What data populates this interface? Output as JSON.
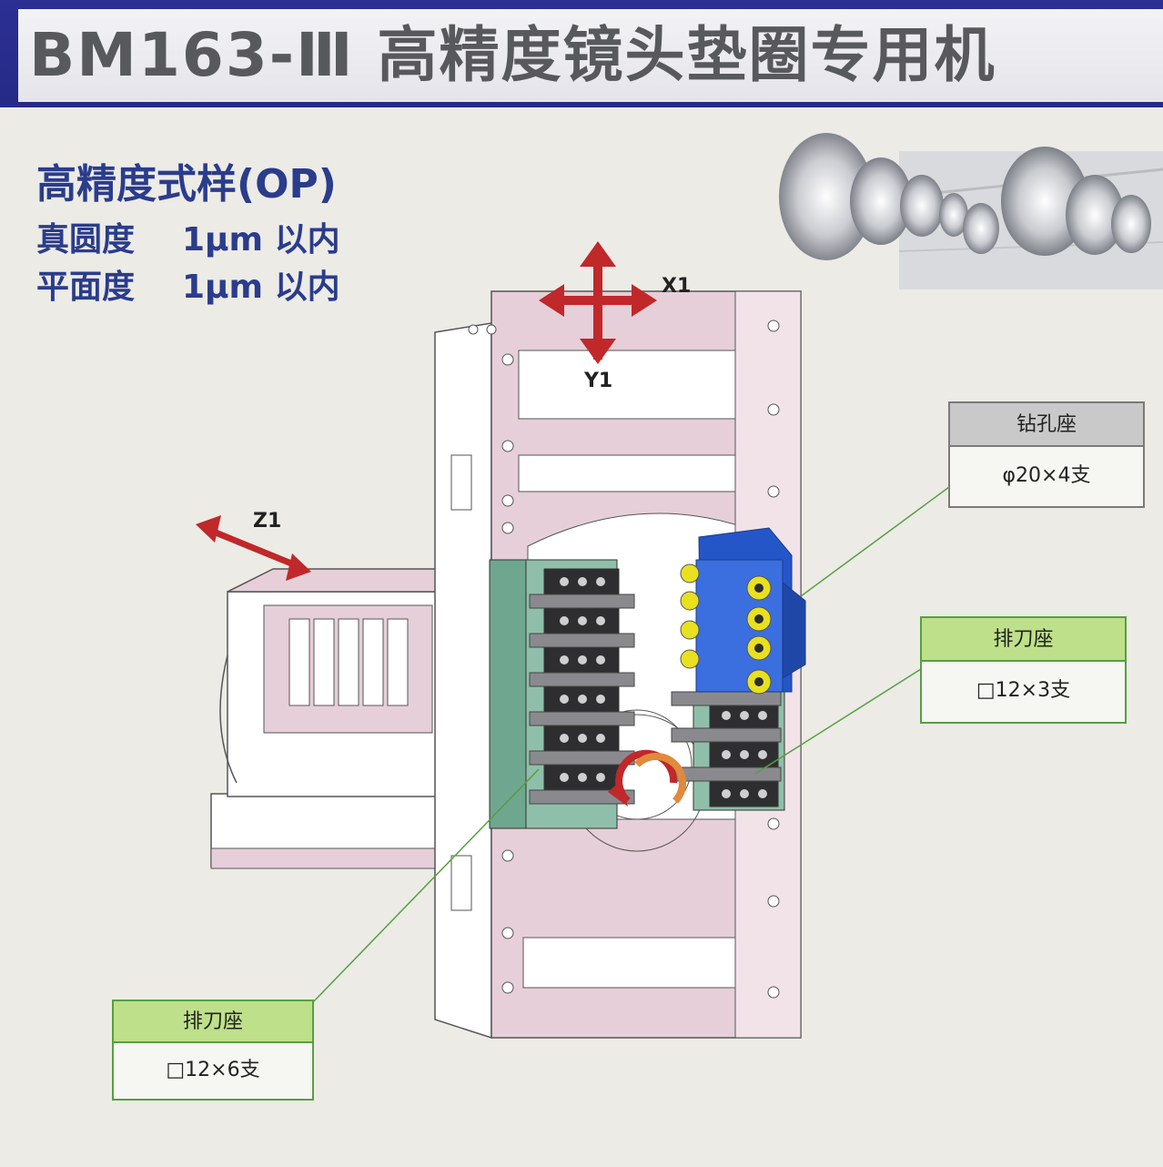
{
  "header": {
    "title": "BM163-Ⅲ 高精度镜头垫圈专用机"
  },
  "specs": {
    "title": "高精度式样(OP)",
    "rows": [
      {
        "label": "真圆度",
        "value": "1μm 以内"
      },
      {
        "label": "平面度",
        "value": "1μm 以内"
      }
    ]
  },
  "axes": {
    "x": "X1",
    "y": "Y1",
    "z": "Z1"
  },
  "callouts": {
    "drill": {
      "title": "钻孔座",
      "value": "φ20×4支"
    },
    "gang_right": {
      "title": "排刀座",
      "value": "□12×3支"
    },
    "gang_left": {
      "title": "排刀座",
      "value": "□12×6支"
    }
  },
  "colors": {
    "banner": "#2c2f93",
    "title_text": "#58595c",
    "spec_text": "#2a3c8c",
    "frame_pink": "#e6cfd8",
    "green_base": "#6fa690",
    "blue_drill": "#2456c8",
    "arrow_red": "#c0282a",
    "callout_grey": "#c9c9c9",
    "callout_green": "#bfe08a"
  }
}
